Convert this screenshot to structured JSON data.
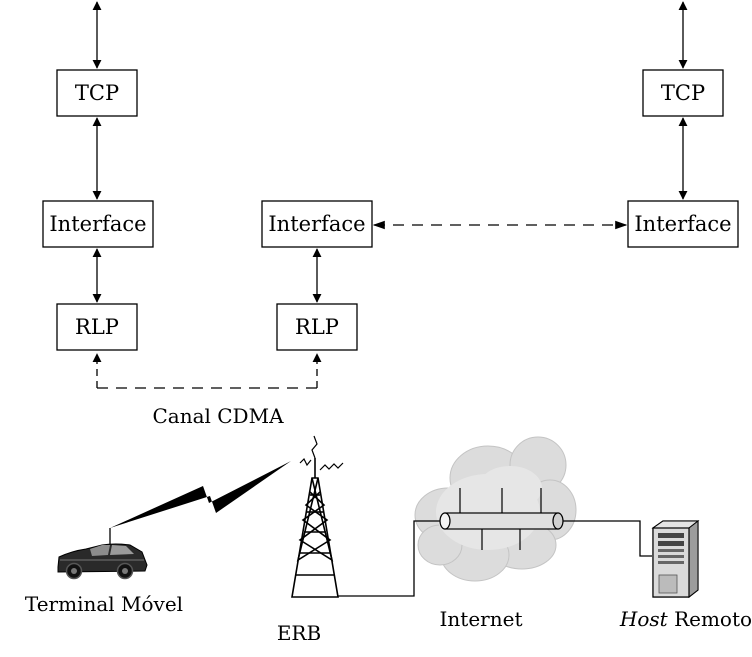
{
  "stack_left": {
    "tcp": "TCP",
    "interface": "Interface",
    "rlp": "RLP"
  },
  "stack_middle": {
    "interface": "Interface",
    "rlp": "RLP"
  },
  "stack_right": {
    "tcp": "TCP",
    "interface": "Interface"
  },
  "channel_label": "Canal CDMA",
  "network": {
    "terminal_label": "Terminal Móvel",
    "erb_label": "ERB",
    "internet_label": "Internet",
    "host_label_italic": "Host",
    "host_label_rest": " Remoto"
  },
  "icons": [
    "car-icon",
    "antenna-tower-icon",
    "lightning-link-icon",
    "cloud-icon",
    "network-pipe-icon",
    "server-icon"
  ]
}
